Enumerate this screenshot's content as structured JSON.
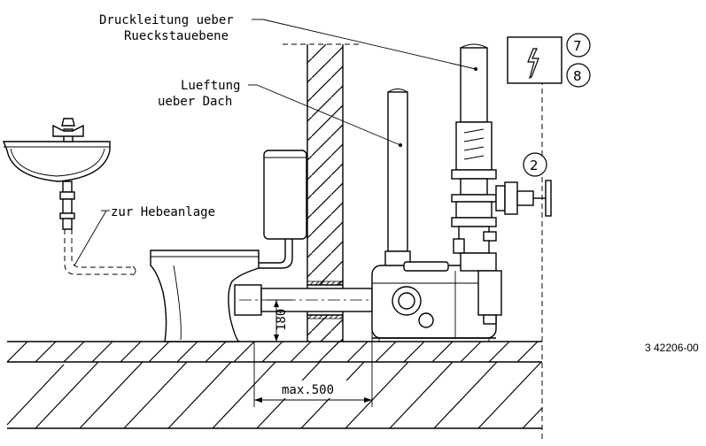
{
  "labels": {
    "pressure_line_1": "Druckleitung ueber",
    "pressure_line_2": "Rueckstauebene",
    "vent_1": "Lueftung",
    "vent_2": "ueber Dach",
    "to_lifting_unit": "zur Hebeanlage",
    "dim_height": "180",
    "dim_max": "max.500",
    "doc_number": "3 42206-00"
  },
  "callouts": {
    "ref_7": "7",
    "ref_8": "8",
    "ref_2": "2"
  },
  "icons": {
    "electrical": "lightning-bolt-icon"
  }
}
